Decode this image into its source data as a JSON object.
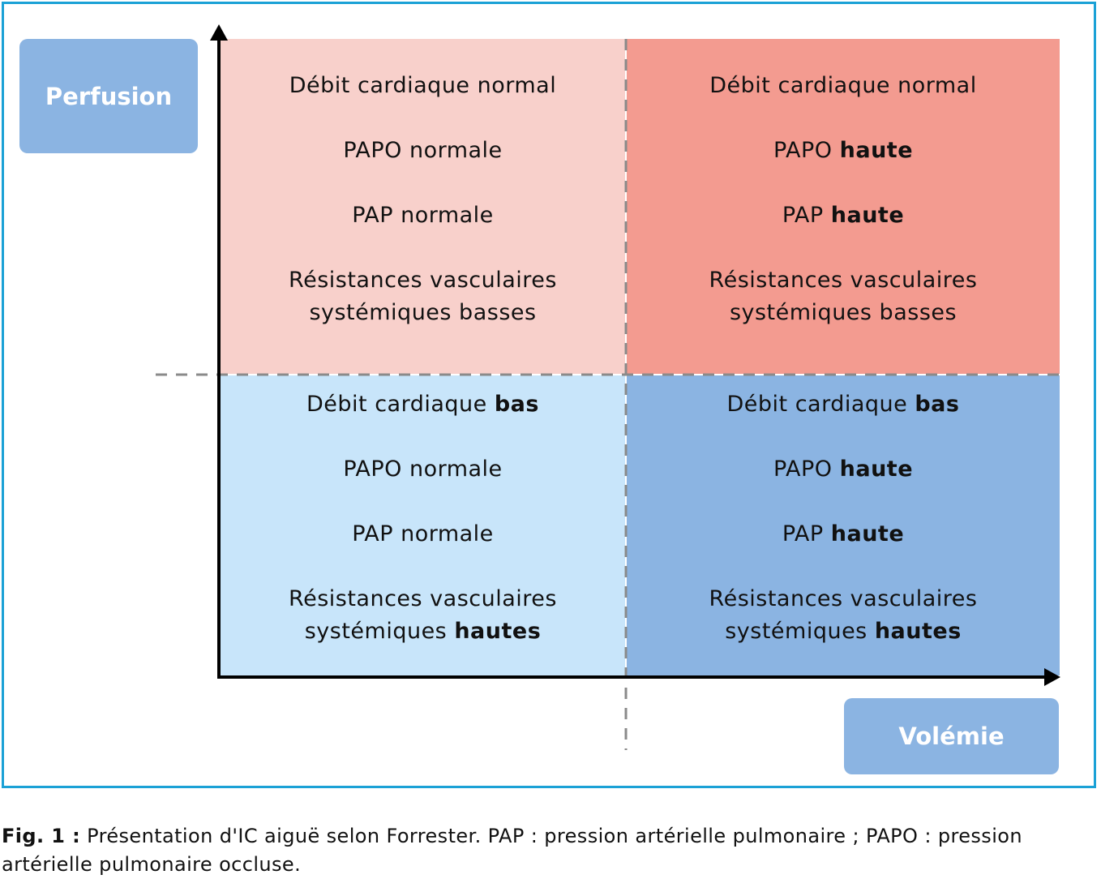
{
  "axis_labels": {
    "y": "Perfusion",
    "x": "Volémie"
  },
  "quadrants": {
    "top_left": {
      "line1": {
        "pre": "Débit cardiaque normal",
        "bold": ""
      },
      "line2": {
        "pre": "PAPO normale",
        "bold": ""
      },
      "line3": {
        "pre": "PAP normale",
        "bold": ""
      },
      "line4a": "Résistances vasculaires",
      "line4b": {
        "pre": "systémiques basses",
        "bold": ""
      }
    },
    "top_right": {
      "line1": {
        "pre": "Débit cardiaque normal",
        "bold": ""
      },
      "line2": {
        "pre": "PAPO ",
        "bold": "haute"
      },
      "line3": {
        "pre": "PAP ",
        "bold": "haute"
      },
      "line4a": "Résistances vasculaires",
      "line4b": {
        "pre": "systémiques basses",
        "bold": ""
      }
    },
    "bottom_left": {
      "line1": {
        "pre": "Débit cardiaque ",
        "bold": "bas"
      },
      "line2": {
        "pre": "PAPO normale",
        "bold": ""
      },
      "line3": {
        "pre": "PAP normale",
        "bold": ""
      },
      "line4a": "Résistances vasculaires",
      "line4b": {
        "pre": "systémiques ",
        "bold": "hautes"
      }
    },
    "bottom_right": {
      "line1": {
        "pre": "Débit cardiaque ",
        "bold": "bas"
      },
      "line2": {
        "pre": "PAPO ",
        "bold": "haute"
      },
      "line3": {
        "pre": "PAP ",
        "bold": "haute"
      },
      "line4a": "Résistances vasculaires",
      "line4b": {
        "pre": "systémiques ",
        "bold": "hautes"
      }
    }
  },
  "caption": {
    "label": "Fig. 1 :",
    "text": " Présentation d'IC aiguë selon Forrester. PAP : pression artérielle pulmonaire ; PAPO : pression artérielle pulmonaire occluse."
  },
  "colors": {
    "frame": "#1ba1d6",
    "top_left": "#f8d0cb",
    "top_right": "#f39b90",
    "bottom_left": "#c8e5fa",
    "bottom_right": "#8bb4e2",
    "label_box": "#8bb4e2"
  }
}
